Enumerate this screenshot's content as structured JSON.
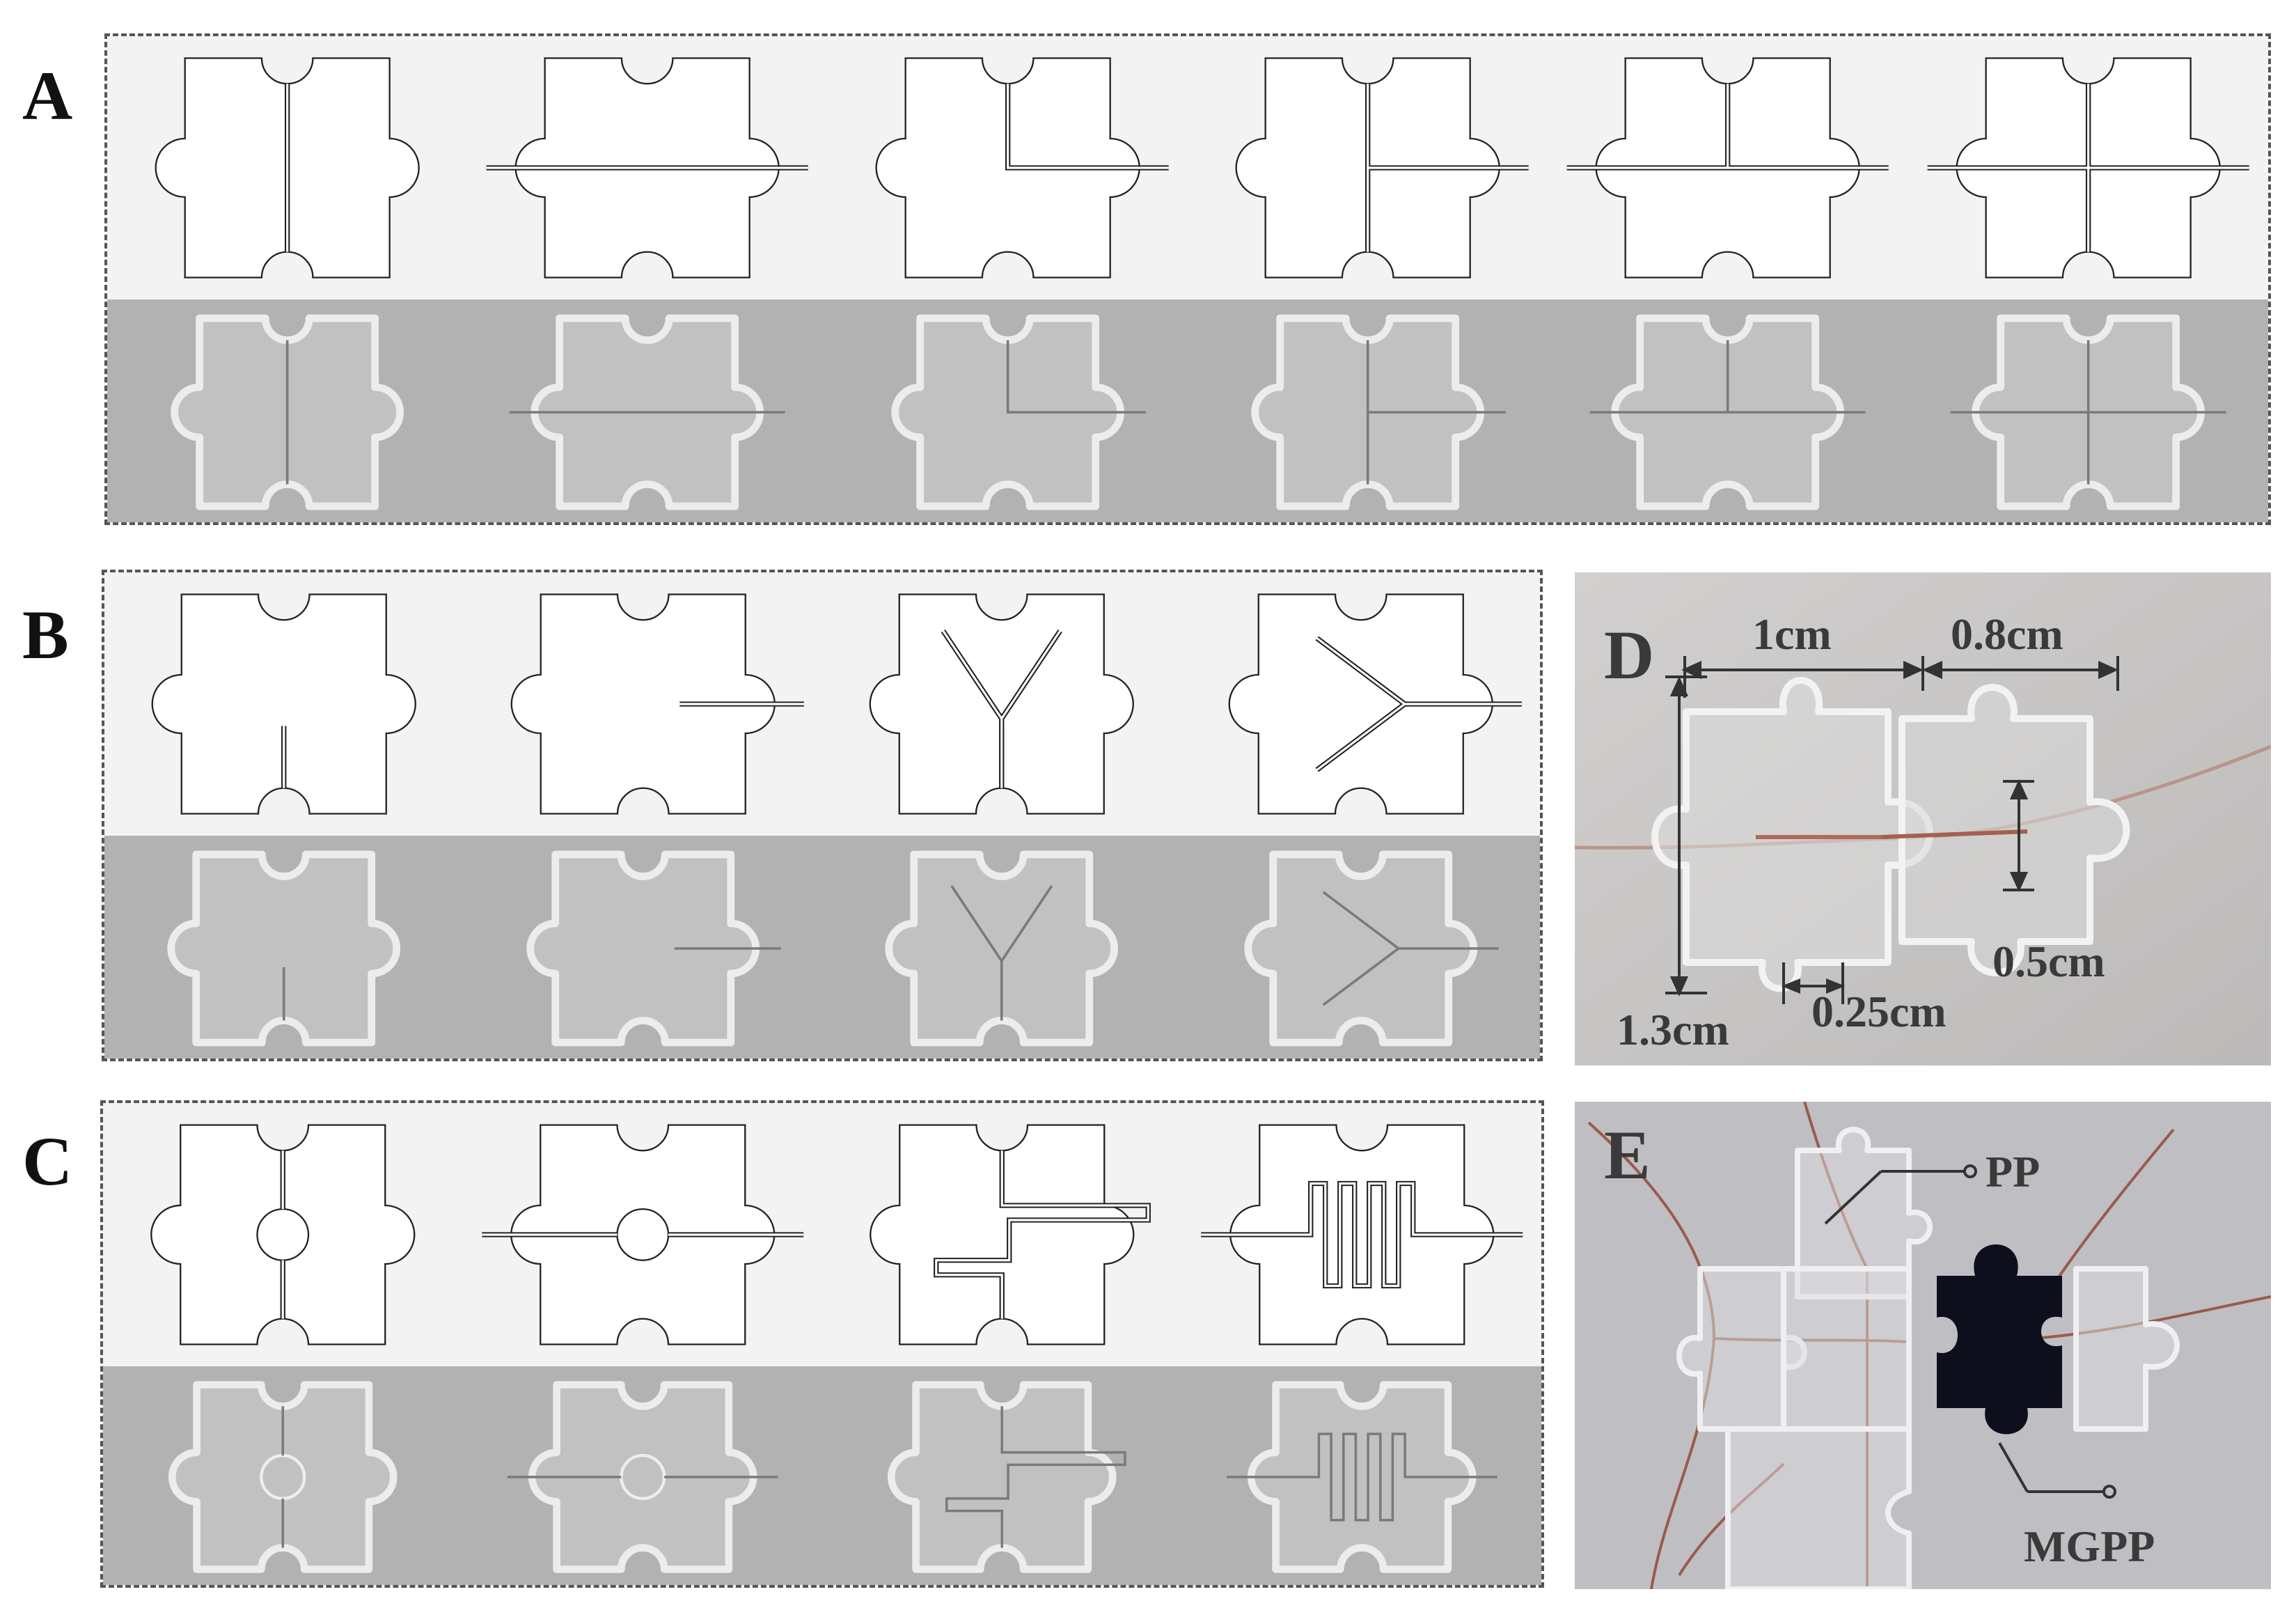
{
  "panels": {
    "a": {
      "label": "A",
      "top_designs": [
        "straight-vertical",
        "straight-horizontal",
        "L-shape",
        "T-shape",
        "inverted-T",
        "cross"
      ]
    },
    "b": {
      "label": "B",
      "top_designs": [
        "short-vertical",
        "short-horizontal",
        "Y-vertical",
        "Y-horizontal"
      ]
    },
    "c": {
      "label": "C",
      "top_designs": [
        "chamber-vertical",
        "chamber-horizontal",
        "zigzag-step",
        "serpentine"
      ]
    },
    "d": {
      "label": "D",
      "dims": {
        "width_1": "1cm",
        "width_2": "0.8cm",
        "height": "1.3cm",
        "knob": "0.25cm",
        "neck": "0.5cm"
      }
    },
    "e": {
      "label": "E",
      "callouts": {
        "pp": "PP",
        "mgpp": "MGPP"
      }
    }
  },
  "colors": {
    "outline": "#222222",
    "drawing_bg": "#f3f3f3",
    "photo_bg": "#b2b2b2",
    "photo_d_bg": "#c9c7c6",
    "photo_e_bg": "#bdbdc1",
    "channel_wire": "#b06a5a",
    "black_piece": "#0d0f1c"
  }
}
